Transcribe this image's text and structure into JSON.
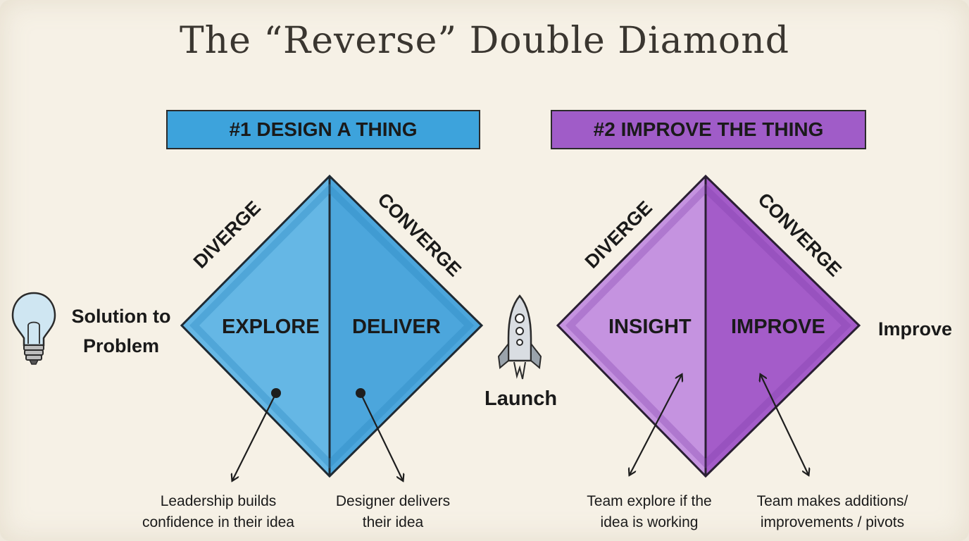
{
  "title": "The “Reverse” Double Diamond",
  "banners": {
    "first": "#1 DESIGN A THING",
    "second": "#2 IMPROVE THE THING"
  },
  "diamond1": {
    "diverge": "DIVERGE",
    "converge": "CONVERGE",
    "left_center": "EXPLORE",
    "right_center": "DELIVER"
  },
  "diamond2": {
    "diverge": "DIVERGE",
    "converge": "CONVERGE",
    "left_center": "INSIGHT",
    "right_center": "IMPROVE"
  },
  "start_label": {
    "line1": "Solution to",
    "line2": "Problem"
  },
  "launch_label": "Launch",
  "end_label": "Improve",
  "notes": {
    "explore": {
      "line1": "Leadership builds",
      "line2": "confidence in their idea"
    },
    "deliver": {
      "line1": "Designer delivers",
      "line2": "their idea"
    },
    "insight": {
      "line1": "Team explore if the",
      "line2": "idea is working"
    },
    "improve": {
      "line1": "Team makes additions/",
      "line2": "improvements / pivots"
    }
  },
  "icons": [
    "lightbulb-icon",
    "rocket-icon"
  ],
  "colors": {
    "blue": "#3da3dc",
    "purple": "#a05cc8",
    "paper": "#f6f1e6"
  }
}
